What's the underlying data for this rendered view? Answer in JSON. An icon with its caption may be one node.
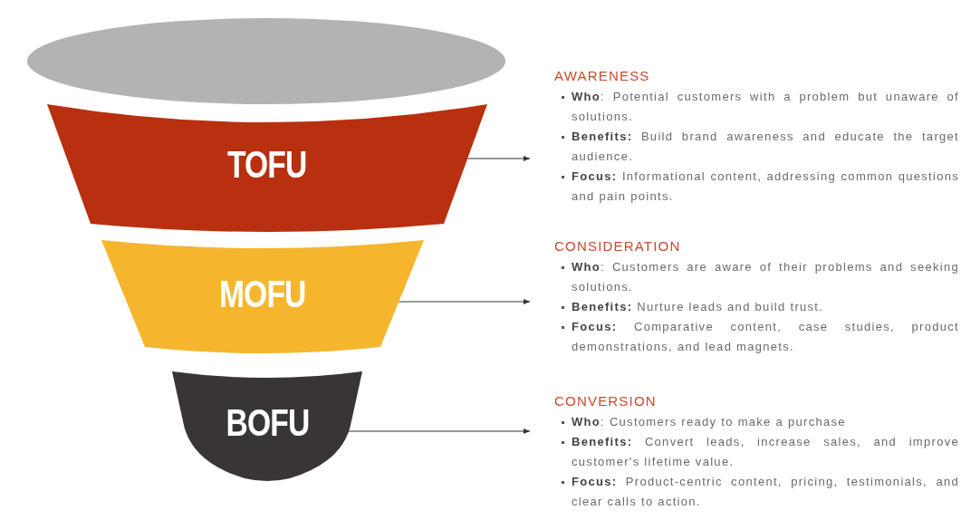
{
  "diagram": {
    "nodes": [
      {
        "text": [],
        "shape": "ellipse"
      },
      {
        "text": [
          "TOFU"
        ]
      },
      {
        "text": [
          "MOFU"
        ]
      },
      {
        "text": [
          "BOFU"
        ]
      },
      {
        "text": [
          "AWARENESS",
          "**Who**: Potential customers with a problem but unaware of solutions.",
          "**Benefits:** Build brand awareness and educate the target audience.",
          "**Focus:** Informational content, addressing common questions and pain points."
        ]
      },
      {
        "text": [
          "CONSIDERATION",
          "**Who**: Customers are aware of their problems and seeking solutions.",
          "**Benefits:** Nurture leads and build trust.",
          "**Focus:** Comparative content, case studies, product demonstrations, and lead magnets."
        ]
      },
      {
        "text": [
          "CONVERSION",
          "**Who**: Customers ready to make a purchase",
          "**Benefits:** Convert leads, increase sales, and improve customer's lifetime value.",
          "**Focus:** Product-centric content, pricing, testimonials, and clear calls to action."
        ]
      }
    ],
    "edges": [
      {
        "from": 1,
        "to": 4,
        "arrow": "to"
      },
      {
        "from": 2,
        "to": 5,
        "arrow": "to"
      },
      {
        "from": 3,
        "to": 6,
        "arrow": "to"
      }
    ]
  }
}
